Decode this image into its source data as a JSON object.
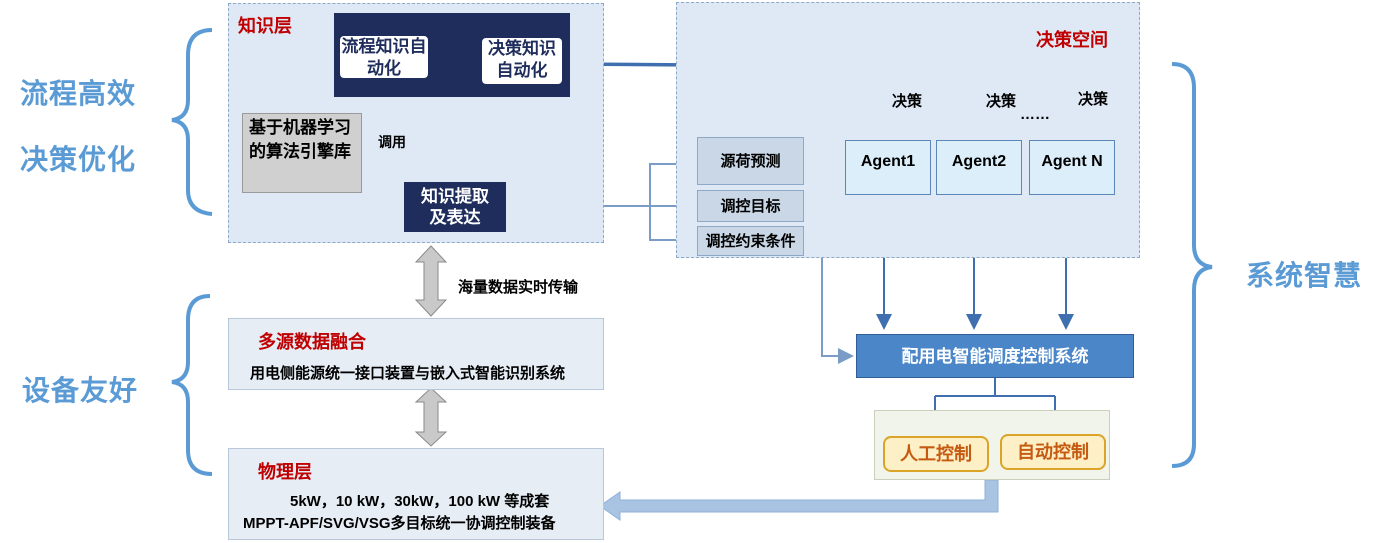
{
  "left_labels": {
    "process_efficiency": "流程高效",
    "decision_optimization": "决策优化",
    "device_friendly": "设备友好"
  },
  "right_label": "系统智慧",
  "knowledge_layer": {
    "title": "知识层",
    "process_automation": "流程知识自动化",
    "decision_automation": "决策知识自动化",
    "algorithm_library": "基于机器学习的算法引擎库",
    "invoke_label": "调用",
    "extraction": "知识提取及表达"
  },
  "transfer_label": "海量数据实时传输",
  "fusion_layer": {
    "title": "多源数据融合",
    "subtitle": "用电侧能源统一接口装置与嵌入式智能识别系统"
  },
  "physical_layer": {
    "title": "物理层",
    "line1": "5kW，10 kW，30kW，100 kW 等成套",
    "line2": "MPPT-APF/SVG/VSG多目标统一协调控制装备"
  },
  "decision_space": {
    "title": "决策空间",
    "decision_labels": [
      "决策",
      "决策",
      "决策"
    ],
    "ellipsis": "……",
    "agents": [
      "Agent1",
      "Agent2",
      "Agent N"
    ],
    "inputs": [
      "源荷预测",
      "调控目标",
      "调控约束条件"
    ]
  },
  "dispatch_system": "配用电智能调度控制系统",
  "manual_control": "人工控制",
  "auto_control": "自动控制",
  "colors": {
    "blue_accent": "#5b9bd5",
    "red_title": "#c00000",
    "navy": "#1f2d5c",
    "dispatch_blue": "#4a86c8",
    "control_orange": "#c55a11"
  }
}
